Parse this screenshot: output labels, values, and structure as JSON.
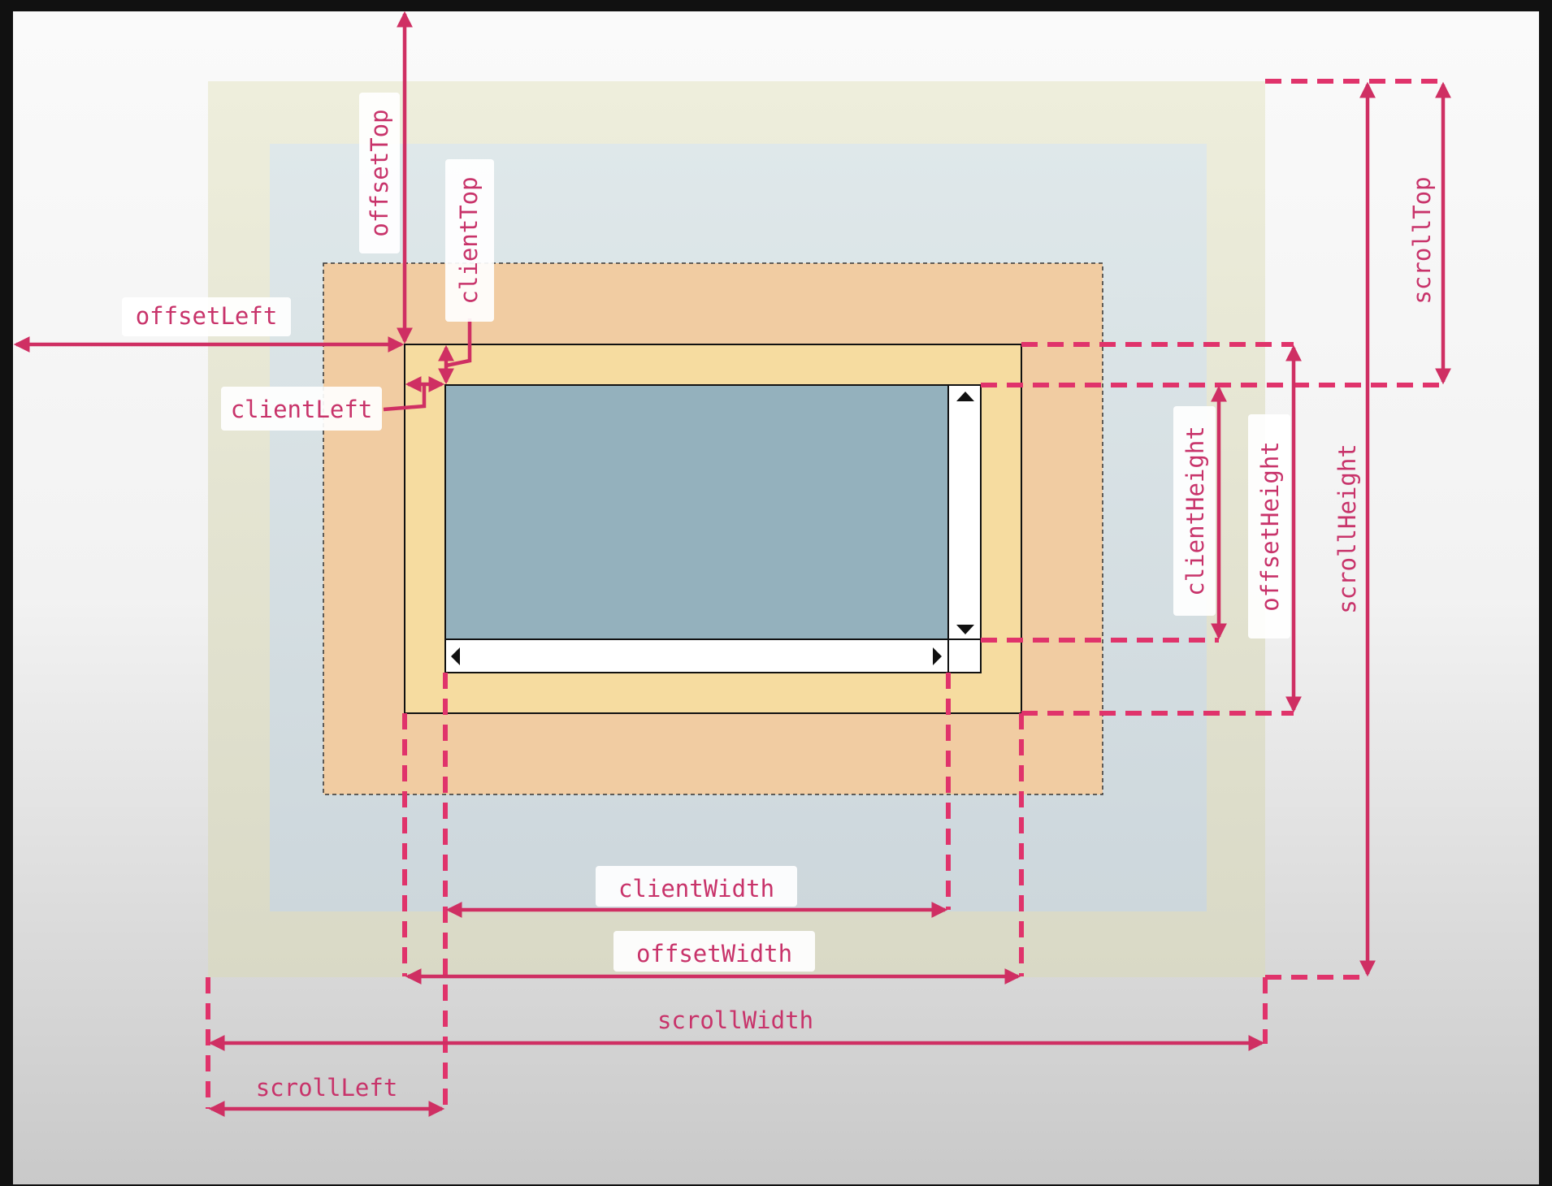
{
  "labels": {
    "offsetTop": "offsetTop",
    "clientTop": "clientTop",
    "offsetLeft": "offsetLeft",
    "clientLeft": "clientLeft",
    "scrollTop": "scrollTop",
    "clientHeight": "clientHeight",
    "offsetHeight": "offsetHeight",
    "scrollHeight": "scrollHeight",
    "clientWidth": "clientWidth",
    "offsetWidth": "offsetWidth",
    "scrollWidth": "scrollWidth",
    "scrollLeft": "scrollLeft"
  },
  "colors": {
    "arrow": "#cf2f63",
    "dashed_guide": "#e0336b",
    "label_text": "#c8336a",
    "outer_scroll_area": "#ecebd6",
    "parent_area": "#dce6e8",
    "margin_area": "#f1cca2",
    "border_area": "#f6dca0",
    "content_area": "#94b1bd",
    "scrollbar": "#ffffff"
  },
  "icons": {
    "scrollbar_up": "triangle-up",
    "scrollbar_down": "triangle-down",
    "scrollbar_left": "triangle-left",
    "scrollbar_right": "triangle-right"
  }
}
